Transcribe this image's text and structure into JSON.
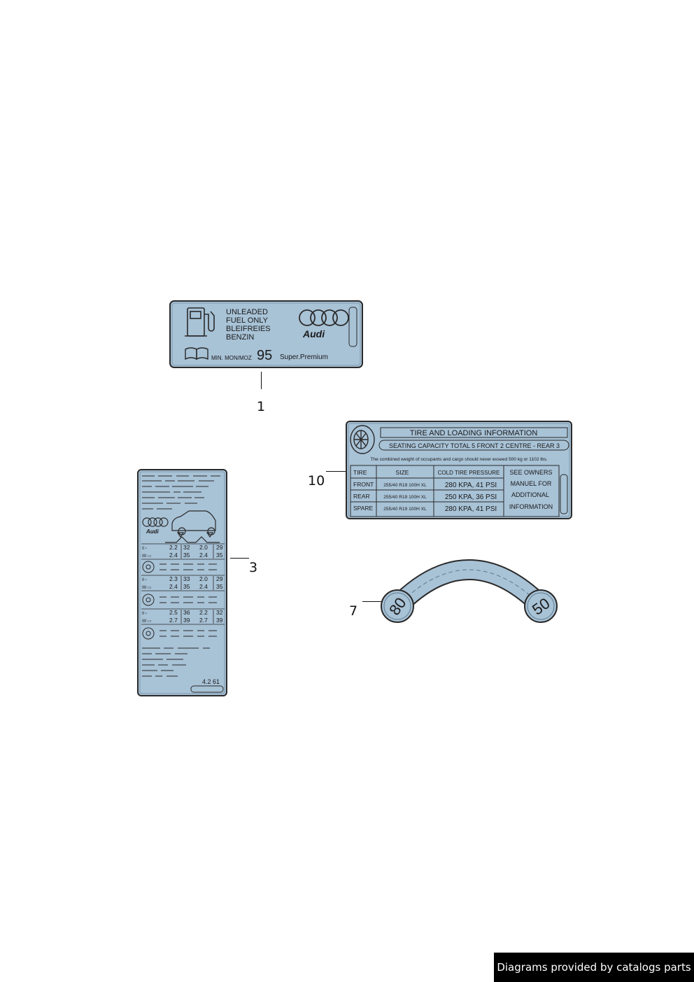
{
  "callouts": {
    "c1": "1",
    "c3": "3",
    "c7": "7",
    "c10": "10"
  },
  "fuel_label": {
    "line1": "UNLEADED",
    "line2": "FUEL ONLY",
    "line3": "BLEIFREIES",
    "line4": "BENZIN",
    "brand": "Audi",
    "min_text": "MIN. MON/MOZ",
    "octane": "95",
    "grade": "Super.Premium"
  },
  "tire_label": {
    "title": "TIRE AND LOADING INFORMATION",
    "seating": "SEATING CAPACITY TOTAL 5 FRONT 2 CENTRE - REAR 3",
    "note": "The combined weight of occupants and cargo should never exseed 500 kg or 1102 lbs.",
    "headers": [
      "TIRE",
      "SIZE",
      "COLD TIRE PRESSURE"
    ],
    "rows": [
      {
        "tire": "FRONT",
        "size": "255/40 R19 100H XL",
        "pressure": "280 KPA, 41 PSI"
      },
      {
        "tire": "REAR",
        "size": "255/40 R19 100H XL",
        "pressure": "250 KPA, 36 PSI"
      },
      {
        "tire": "SPARE",
        "size": "255/40 R19 100H XL",
        "pressure": "280 KPA, 41 PSI"
      }
    ],
    "see_owners": [
      "SEE OWNERS",
      "MANUEL FOR",
      "ADDITIONAL",
      "INFORMATION"
    ]
  },
  "pressure_label": {
    "brand": "Audi",
    "groups": [
      {
        "r1": [
          "2.2",
          "32",
          "2.0",
          "29"
        ],
        "r2": [
          "2.4",
          "35",
          "2.4",
          "35"
        ]
      },
      {
        "r1": [
          "2.3",
          "33",
          "2.0",
          "29"
        ],
        "r2": [
          "2.4",
          "35",
          "2.4",
          "35"
        ]
      },
      {
        "r1": [
          "2.5",
          "36",
          "2.2",
          "32"
        ],
        "r2": [
          "2.7",
          "39",
          "2.7",
          "39"
        ]
      }
    ],
    "code": "4.2 61"
  },
  "arch_label": {
    "left": "80",
    "right": "50"
  },
  "footer": {
    "text": "Diagrams provided by catalogs parts"
  },
  "colors": {
    "label_fill": "#a8c2d6",
    "label_stroke": "#2a2a2a",
    "background": "#ffffff"
  }
}
